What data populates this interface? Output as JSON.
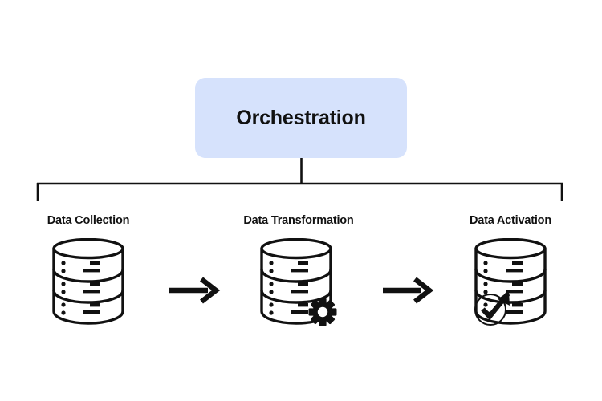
{
  "diagram": {
    "title": "Orchestration",
    "background_color": "#ffffff",
    "node_color": "#d6e2fc",
    "line_color": "#111111",
    "root": {
      "label": "Orchestration",
      "icon": "orchestration-node"
    },
    "stages": [
      {
        "label": "Data Collection",
        "icon": "database-icon",
        "badge": "",
        "tiers": 3
      },
      {
        "label": "Data Transformation",
        "icon": "database-icon",
        "badge": "gear-icon",
        "tiers": 3
      },
      {
        "label": "Data Activation",
        "icon": "database-icon",
        "badge": "check-circle-icon",
        "tiers": 3
      }
    ],
    "connectors": [
      {
        "icon": "bracket-connector",
        "from": "Orchestration",
        "to": "stages"
      },
      {
        "icon": "arrow-right-icon",
        "from": "Data Collection",
        "to": "Data Transformation"
      },
      {
        "icon": "arrow-right-icon",
        "from": "Data Transformation",
        "to": "Data Activation"
      }
    ]
  }
}
